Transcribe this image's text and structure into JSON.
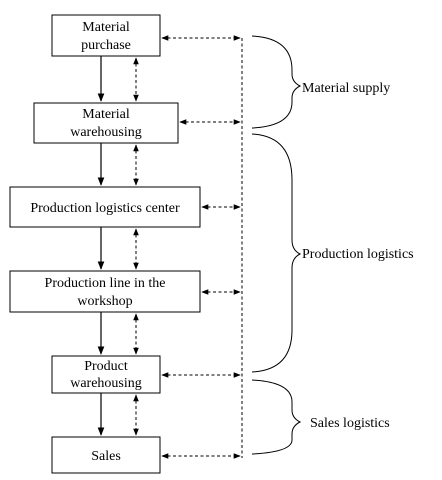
{
  "nodes": [
    {
      "id": "material-purchase",
      "lines": [
        "Material",
        "purchase"
      ]
    },
    {
      "id": "material-warehousing",
      "lines": [
        "Material",
        "warehousing"
      ]
    },
    {
      "id": "production-logistics-center",
      "lines": [
        "Production logistics center"
      ]
    },
    {
      "id": "production-line",
      "lines": [
        "Production line in the",
        "workshop"
      ]
    },
    {
      "id": "product-warehousing",
      "lines": [
        "Product",
        "warehousing"
      ]
    },
    {
      "id": "sales",
      "lines": [
        "Sales"
      ]
    }
  ],
  "groups": [
    {
      "id": "material-supply",
      "label": "Material supply"
    },
    {
      "id": "production-logistics",
      "label": "Production logistics"
    },
    {
      "id": "sales-logistics",
      "label": "Sales logistics"
    }
  ]
}
